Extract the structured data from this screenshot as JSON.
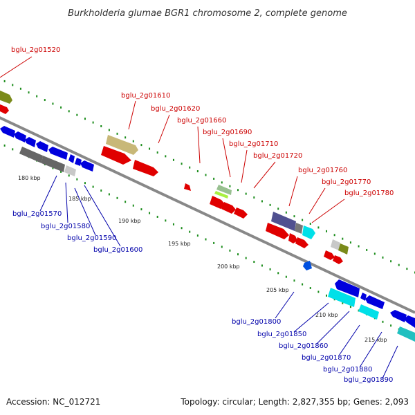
{
  "title": "Burkholderia glumae BGR1 chromosome 2, complete genome",
  "footer": {
    "accession": "Accession: NC_012721",
    "topology": "Topology: circular; Length: 2,827,355 bp; Genes: 2,093"
  },
  "colors": {
    "forward_label": "#cc0000",
    "reverse_label": "#0000aa",
    "backbone": "#888888",
    "dots": "#1a8c1a"
  },
  "scale_ticks": [
    "180 kbp",
    "185 kbp",
    "190 kbp",
    "195 kbp",
    "200 kbp",
    "205 kbp",
    "210 kbp",
    "215 kbp"
  ],
  "forward_labels": [
    "bglu_2g01520",
    "bglu_2g01610",
    "bglu_2g01620",
    "bglu_2g01660",
    "bglu_2g01690",
    "bglu_2g01710",
    "bglu_2g01720",
    "bglu_2g01760",
    "bglu_2g01770",
    "bglu_2g01780"
  ],
  "reverse_labels": [
    "bglu_2g01570",
    "bglu_2g01580",
    "bglu_2g01590",
    "bglu_2g01600",
    "bglu_2g01800",
    "bglu_2g01850",
    "bglu_2g01860",
    "bglu_2g01870",
    "bglu_2g01880",
    "bglu_2g01890"
  ]
}
